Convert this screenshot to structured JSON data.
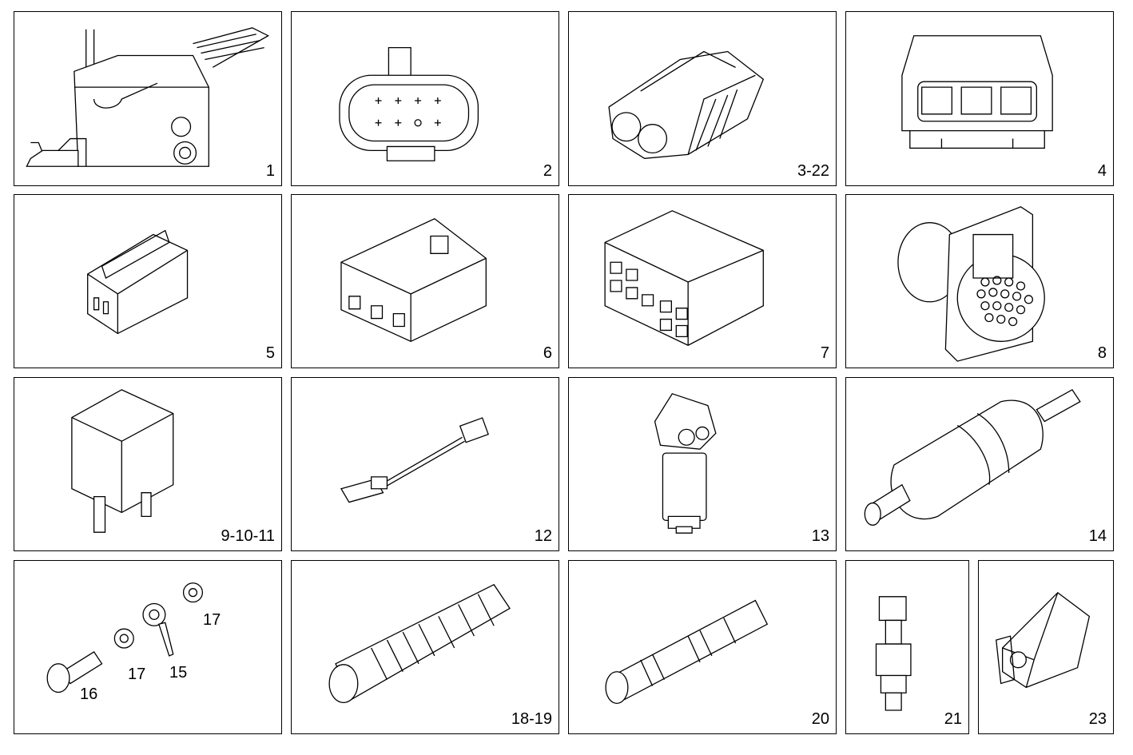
{
  "panels": [
    {
      "label": "1",
      "icon": "wiring-harness-bracket-icon"
    },
    {
      "label": "2",
      "icon": "oval-multipin-connector-icon"
    },
    {
      "label": "3-22",
      "icon": "sealed-2-pin-connector-icon"
    },
    {
      "label": "4",
      "icon": "3-pin-socket-icon"
    },
    {
      "label": "5",
      "icon": "small-terminal-housing-icon"
    },
    {
      "label": "6",
      "icon": "3-way-housing-icon"
    },
    {
      "label": "7",
      "icon": "10-way-housing-icon"
    },
    {
      "label": "8",
      "icon": "round-multipin-flange-connector-icon"
    },
    {
      "label": "9-10-11",
      "icon": "relay-icon"
    },
    {
      "label": "12",
      "icon": "sensor-lead-icon"
    },
    {
      "label": "13",
      "icon": "filter-with-bracket-icon"
    },
    {
      "label": "14",
      "icon": "inline-fuel-filter-icon"
    },
    {
      "label": "",
      "icon": "banjo-fitting-set-icon",
      "parts": [
        "17",
        "17",
        "15",
        "16"
      ]
    },
    {
      "label": "18-19",
      "icon": "corrugated-hose-icon"
    },
    {
      "label": "20",
      "icon": "pipe-fitting-icon"
    },
    {
      "label": "21",
      "icon": "pressure-sensor-icon"
    },
    {
      "label": "23",
      "icon": "connector-clip-icon"
    }
  ]
}
